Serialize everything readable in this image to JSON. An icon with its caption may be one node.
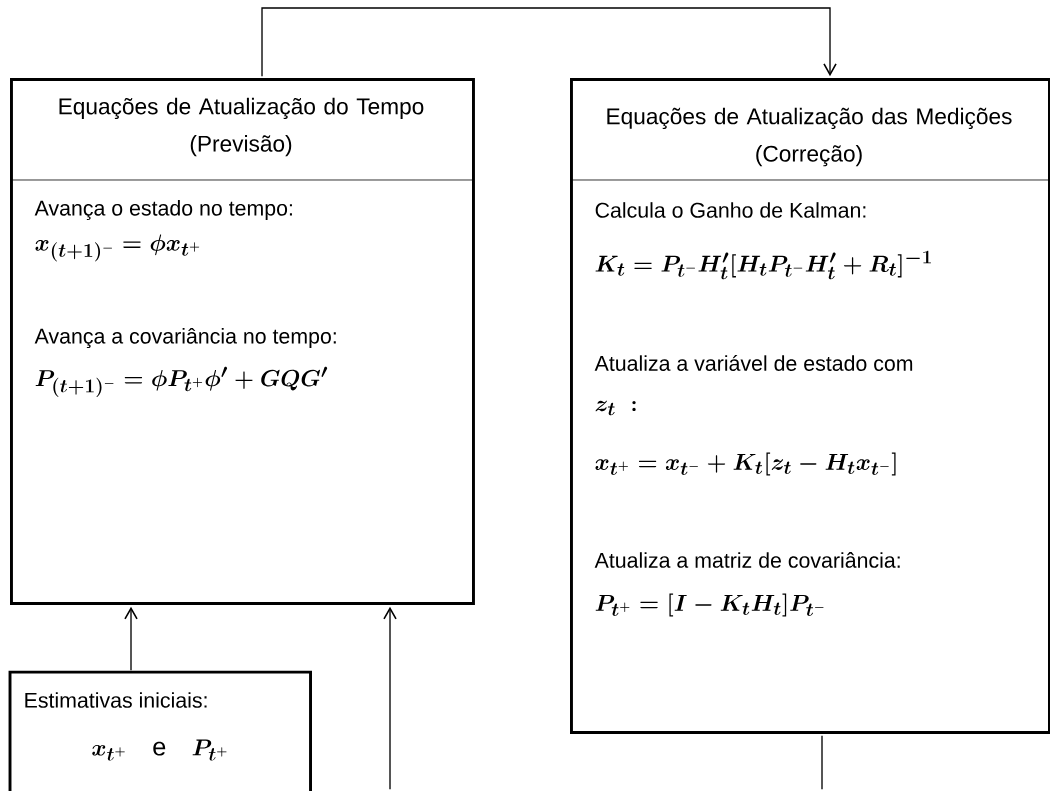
{
  "diagram": {
    "nodes": [
      {
        "text": [
          "Equações de Atualização do Tempo (Previsão)",
          "Avança o estado no tempo:",
          "x_{(t+1)^-} = \\phi x_{t^+}",
          "Avança a covariância no tempo:",
          "P_{(t+1)^-} = \\phi P_{t^+} \\phi' + GQG'"
        ]
      },
      {
        "text": [
          "Equações de Atualização das Medições (Correção)",
          "Calcula o Ganho de Kalman:",
          "K_t = P_{t^-} H'_t [H_t P_{t^-} H'_t + R_t]^{-1}",
          "Atualiza a variável de estado com",
          "z_t\\ :",
          "x_{t^+} = x_{t^-} + K_t [z_t - H_t x_{t^-}]",
          "Atualiza a matriz de covariância:",
          "P_{t^+} = [I - K_t H_t] P_{t^-}"
        ]
      },
      {
        "text": [
          "Estimativas iniciais:",
          "x_{t^+} \\quad \\text{e} \\quad P_{t^+}"
        ]
      }
    ],
    "edges": [
      {
        "from": 0,
        "to": 1,
        "arrow": "to"
      },
      {
        "from": 2,
        "to": 0,
        "arrow": "to"
      },
      {
        "from": null,
        "to": 0,
        "arrow": "to"
      },
      {
        "from": 1,
        "to": null,
        "arrow": "none"
      }
    ]
  }
}
